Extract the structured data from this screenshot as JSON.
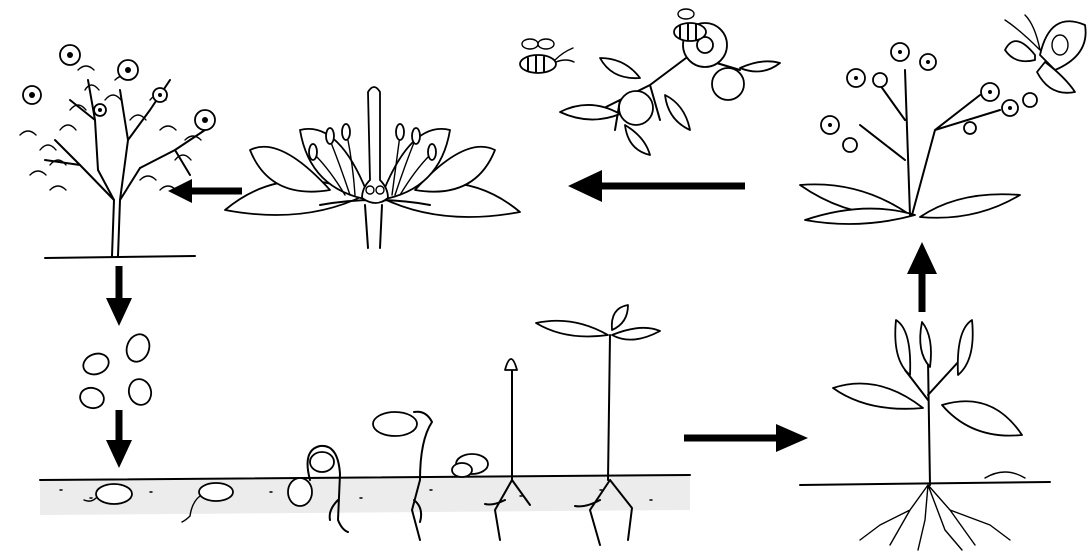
{
  "diagram": {
    "type": "plant-life-cycle",
    "stages": [
      {
        "id": "mature-tree",
        "icon": "flowering-tree"
      },
      {
        "id": "seeds",
        "icon": "seeds"
      },
      {
        "id": "germination",
        "icon": "germinating-seedlings"
      },
      {
        "id": "young-plant",
        "icon": "budding-plant"
      },
      {
        "id": "flowering",
        "icon": "flowering-plant-with-butterfly"
      },
      {
        "id": "pollination",
        "icon": "bees-on-fruit-branch"
      },
      {
        "id": "flower",
        "icon": "flower-cross-section"
      }
    ],
    "arrows": [
      {
        "from": "flower",
        "to": "mature-tree",
        "direction": "left"
      },
      {
        "from": "mature-tree",
        "to": "seeds",
        "direction": "down"
      },
      {
        "from": "seeds",
        "to": "germination",
        "direction": "down"
      },
      {
        "from": "germination",
        "to": "young-plant",
        "direction": "right"
      },
      {
        "from": "young-plant",
        "to": "flowering",
        "direction": "up"
      },
      {
        "from": "flowering",
        "to": "pollination",
        "direction": "left"
      }
    ],
    "colors": {
      "ink": "#000000",
      "background": "#ffffff",
      "soil": "#ececec"
    }
  }
}
